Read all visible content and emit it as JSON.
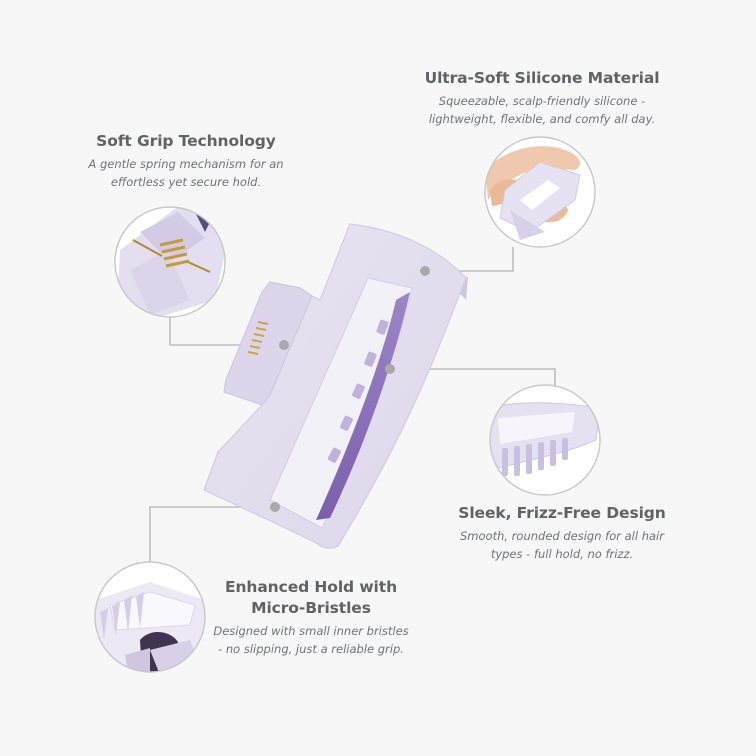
{
  "features": {
    "silicone": {
      "title": "Ultra-Soft Silicone Material",
      "line1": "Squeezable, scalp-friendly silicone -",
      "line2": "lightweight, flexible, and comfy all day."
    },
    "grip": {
      "title": "Soft Grip Technology",
      "line1": "A gentle spring mechanism for an",
      "line2": "effortless yet secure hold."
    },
    "sleek": {
      "title": "Sleek, Frizz-Free Design",
      "line1": "Smooth, rounded design for all hair",
      "line2": "types - full hold, no frizz."
    },
    "hold": {
      "title_line1": "Enhanced Hold with",
      "title_line2": "Micro-Bristles",
      "line1": "Designed with small inner bristles",
      "line2": "- no slipping, just a reliable grip."
    }
  },
  "colors": {
    "background": "#f7f7f7",
    "clip_main": "#e6e1f0",
    "clip_shadow": "#cfc7e2",
    "clip_inner": "#8a6fb8",
    "spring": "#c9a64a",
    "heading": "#5f6368",
    "body": "#6f7277",
    "callout_line": "#b3b3b3",
    "callout_dot": "#a9a9a9"
  },
  "icons": [
    "hair-claw-clip",
    "spring-hinge-icon",
    "hand-squeeze-icon",
    "clip-profile-icon",
    "micro-bristles-icon"
  ]
}
